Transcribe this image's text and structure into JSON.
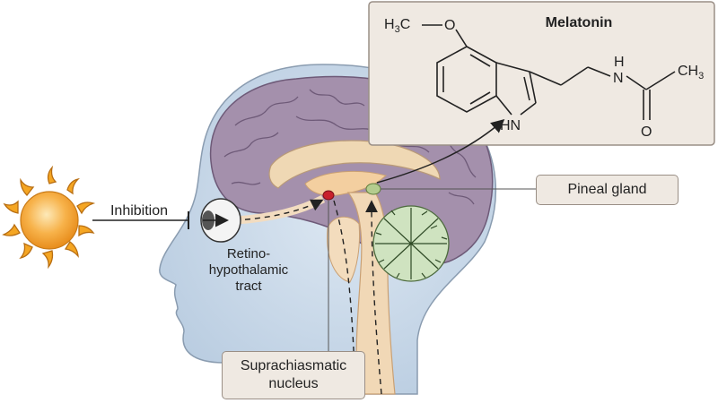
{
  "labels": {
    "inhibition": "Inhibition",
    "retino_line1": "Retino-",
    "retino_line2": "hypothalamic",
    "retino_line3": "tract",
    "pineal": "Pineal gland",
    "scn_line1": "Suprachiasmatic",
    "scn_line2": "nucleus"
  },
  "molecule": {
    "title": "Melatonin",
    "methoxy_h": "H",
    "methoxy_sub": "3",
    "methoxy_rest": "C",
    "oxygen": "O",
    "nh": "N",
    "h": "H",
    "indole_nh": "HN",
    "carbonyl_o": "O",
    "ch3": "CH",
    "ch3_sub": "3"
  },
  "colors": {
    "brain": "#a490ac",
    "head": "#c7d7e6",
    "sun": "#f5a623",
    "box_fill": "#efe9e2",
    "pineal": "#b4cc8e",
    "scn": "#c8202c"
  }
}
